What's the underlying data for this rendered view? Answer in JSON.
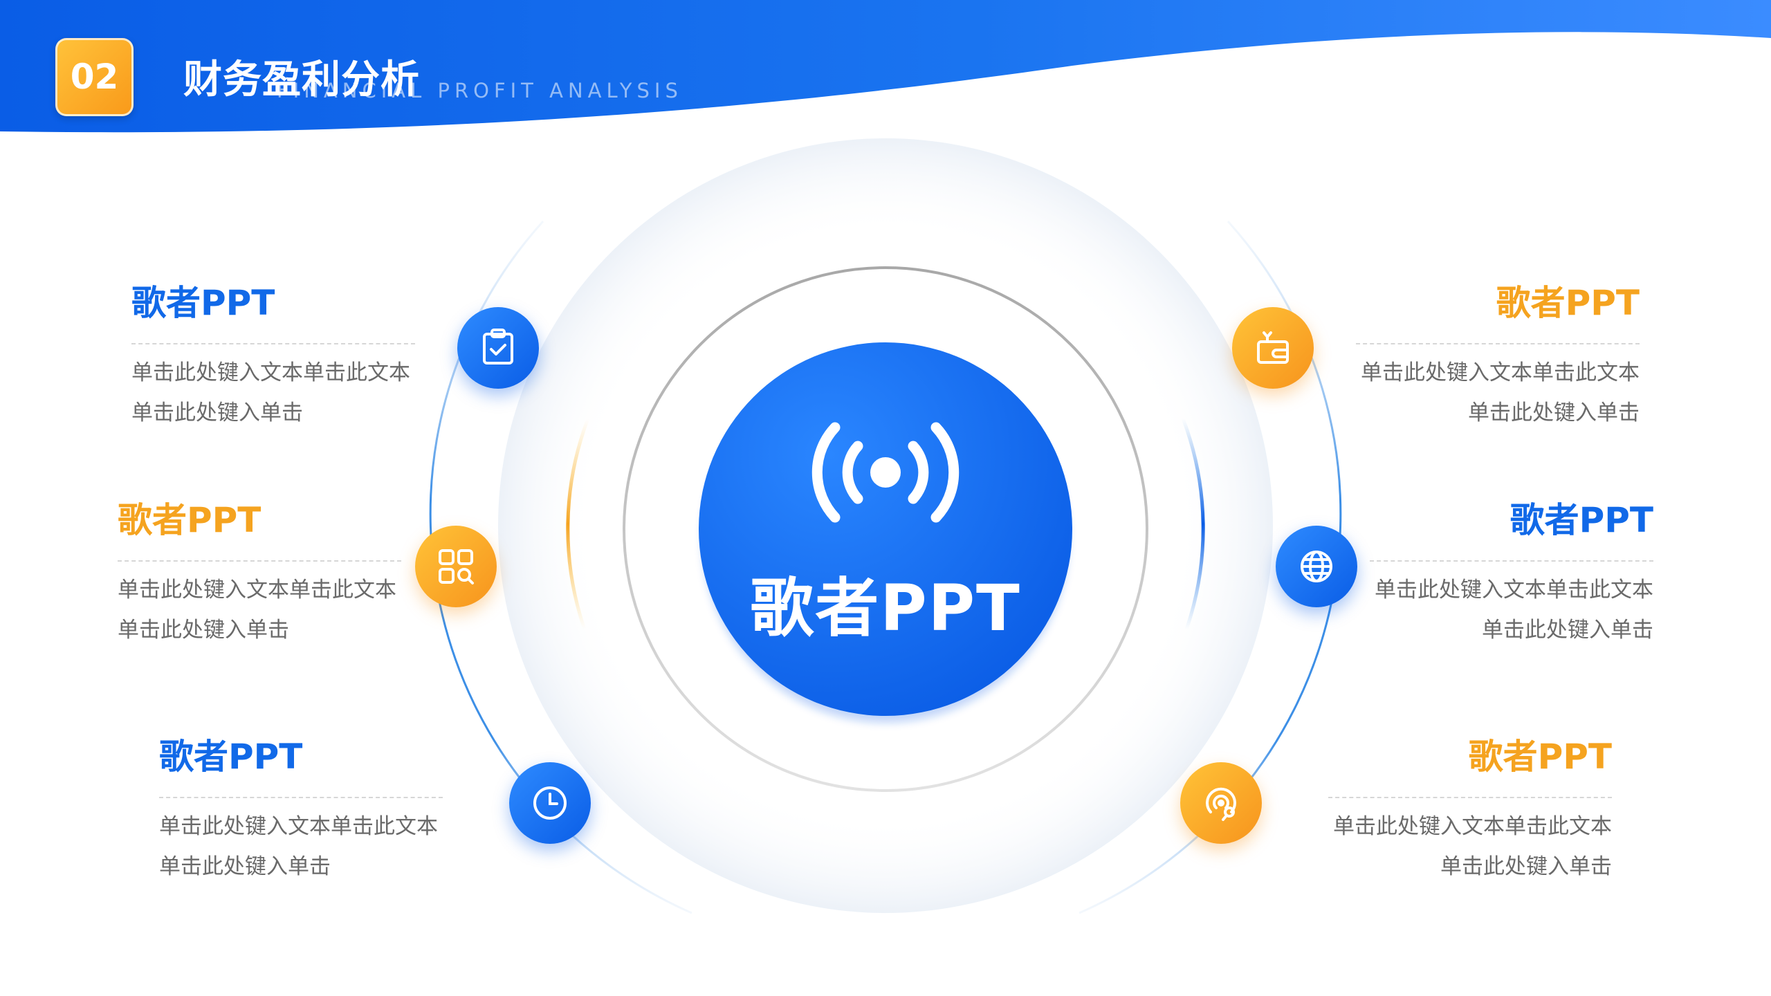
{
  "header": {
    "number": "02",
    "title": "财务盈利分析",
    "subtitle": "FINANCIAL PROFIT ANALYSIS"
  },
  "center": {
    "label": "歌者PPT",
    "icon": "broadcast-signal-icon"
  },
  "items": [
    {
      "title": "歌者PPT",
      "line1": "单击此处键入文本单击此文本",
      "line2": "单击此处键入单击",
      "icon": "clipboard-check-icon",
      "color": "#1169e8"
    },
    {
      "title": "歌者PPT",
      "line1": "单击此处键入文本单击此文本",
      "line2": "单击此处键入单击",
      "icon": "grid-search-icon",
      "color": "#f5a31f"
    },
    {
      "title": "歌者PPT",
      "line1": "单击此处键入文本单击此文本",
      "line2": "单击此处键入单击",
      "icon": "clock-icon",
      "color": "#1169e8"
    },
    {
      "title": "歌者PPT",
      "line1": "单击此处键入文本单击此文本",
      "line2": "单击此处键入单击",
      "icon": "wallet-icon",
      "color": "#f5a31f"
    },
    {
      "title": "歌者PPT",
      "line1": "单击此处键入文本单击此文本",
      "line2": "单击此处键入单击",
      "icon": "globe-icon",
      "color": "#1169e8"
    },
    {
      "title": "歌者PPT",
      "line1": "单击此处键入文本单击此文本",
      "line2": "单击此处键入单击",
      "icon": "target-search-icon",
      "color": "#f5a31f"
    }
  ],
  "colors": {
    "primary_blue": "#0a5de6",
    "accent_orange": "#f7941d"
  }
}
